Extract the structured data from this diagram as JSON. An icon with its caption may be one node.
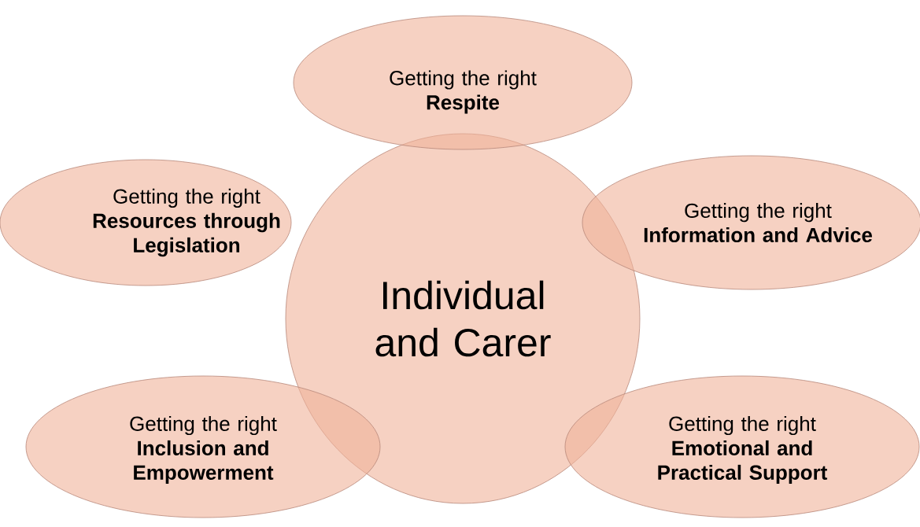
{
  "diagram": {
    "nodes": [
      {
        "text": [
          "Getting the right",
          "Respite"
        ]
      },
      {
        "text": [
          "Getting the right",
          "Resources through Legislation"
        ]
      },
      {
        "text": [
          "Getting the right",
          "Information and Advice"
        ]
      },
      {
        "text": [
          "Individual and Carer"
        ]
      },
      {
        "text": [
          "Getting the right",
          "Inclusion and Empowerment"
        ]
      },
      {
        "text": [
          "Getting the right",
          "Emotional and Practical Support"
        ]
      }
    ]
  }
}
